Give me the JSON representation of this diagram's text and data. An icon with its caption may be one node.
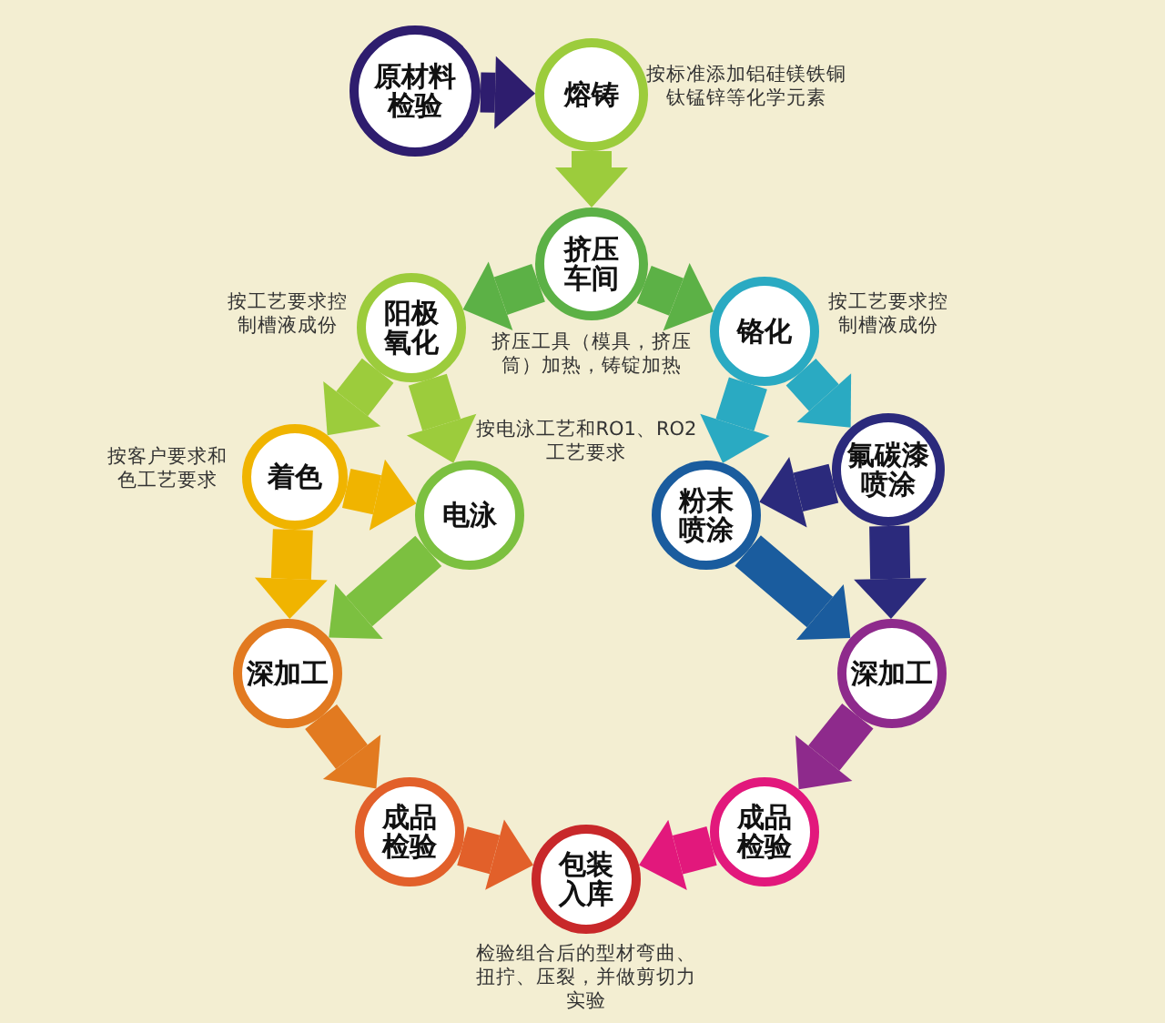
{
  "diagram": {
    "nodes": [
      {
        "text": [
          "原材料检验"
        ]
      },
      {
        "text": [
          "熔铸"
        ],
        "beside": [
          "按标准添加铝硅镁铁铜钛锰锌等化学元素"
        ]
      },
      {
        "text": [
          "挤压车间"
        ],
        "beside": [
          "挤压工具（模具，挤压筒）加热，铸锭加热"
        ]
      },
      {
        "text": [
          "阳极氧化"
        ],
        "beside": [
          "按工艺要求控制槽液成份"
        ]
      },
      {
        "text": [
          "铬化"
        ],
        "beside": [
          "按工艺要求控制槽液成份"
        ]
      },
      {
        "text": [
          "着色"
        ],
        "beside": [
          "按客户要求和色工艺要求"
        ]
      },
      {
        "text": [
          "电泳"
        ],
        "beside": [
          "按电泳工艺和RO1、RO2工艺要求"
        ]
      },
      {
        "text": [
          "粉末喷涂"
        ]
      },
      {
        "text": [
          "氟碳漆喷涂"
        ]
      },
      {
        "text": [
          "深加工"
        ]
      },
      {
        "text": [
          "深加工"
        ]
      },
      {
        "text": [
          "成品检验"
        ]
      },
      {
        "text": [
          "包装入库"
        ],
        "beside": [
          "检验组合后的型材弯曲、扭拧、压裂，并做剪切力实验"
        ]
      },
      {
        "text": [
          "成品检验"
        ]
      }
    ],
    "edges": [
      {
        "from": 0,
        "to": 1,
        "arrow": "to",
        "color": "#2e1d6e"
      },
      {
        "from": 1,
        "to": 2,
        "arrow": "to",
        "color": "#9ccc3c"
      },
      {
        "from": 2,
        "to": 3,
        "arrow": "to",
        "color": "#5cb146"
      },
      {
        "from": 2,
        "to": 4,
        "arrow": "to",
        "color": "#5cb146"
      },
      {
        "from": 3,
        "to": 5,
        "arrow": "to",
        "color": "#9ccc3c"
      },
      {
        "from": 3,
        "to": 6,
        "arrow": "to",
        "color": "#9ccc3c"
      },
      {
        "from": 5,
        "to": 6,
        "arrow": "to",
        "color": "#f0b400"
      },
      {
        "from": 5,
        "to": 9,
        "arrow": "to",
        "color": "#f0b400"
      },
      {
        "from": 6,
        "to": 9,
        "arrow": "to",
        "color": "#7cc040"
      },
      {
        "from": 4,
        "to": 7,
        "arrow": "to",
        "color": "#2aaac2"
      },
      {
        "from": 4,
        "to": 8,
        "arrow": "to",
        "color": "#2aaac2"
      },
      {
        "from": 8,
        "to": 7,
        "arrow": "to",
        "color": "#2b2a7c"
      },
      {
        "from": 8,
        "to": 10,
        "arrow": "to",
        "color": "#2b2a7c"
      },
      {
        "from": 7,
        "to": 10,
        "arrow": "to",
        "color": "#1a5c9e"
      },
      {
        "from": 9,
        "to": 11,
        "arrow": "to",
        "color": "#e27a20"
      },
      {
        "from": 10,
        "to": 13,
        "arrow": "to",
        "color": "#8e2a8c"
      },
      {
        "from": 11,
        "to": 12,
        "arrow": "to",
        "color": "#e2602a"
      },
      {
        "from": 13,
        "to": 12,
        "arrow": "to",
        "color": "#e2187c"
      }
    ]
  }
}
